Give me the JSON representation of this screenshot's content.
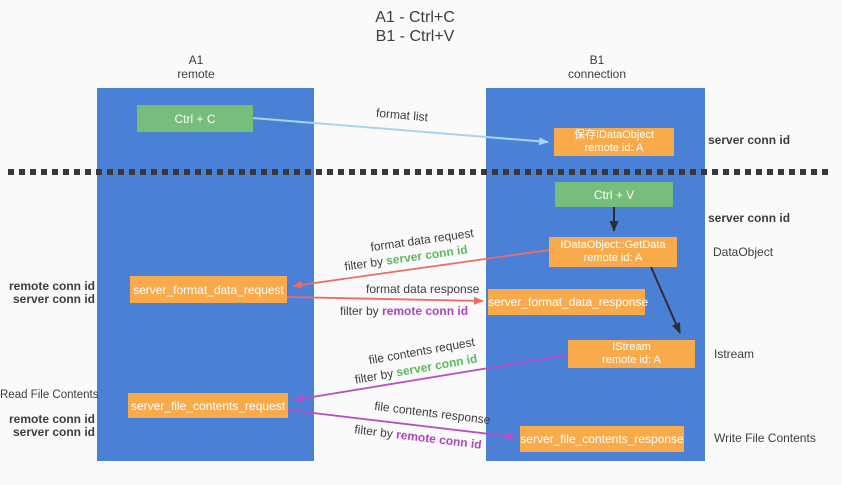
{
  "title": {
    "line1": "A1 - Ctrl+C",
    "line2": "B1 - Ctrl+V"
  },
  "lifelines": {
    "left": {
      "name": "A1",
      "role": "remote"
    },
    "right": {
      "name": "B1",
      "role": "connection"
    }
  },
  "nodes": {
    "ctrl_c": {
      "label": "Ctrl + C"
    },
    "ctrl_v": {
      "label": "Ctrl + V"
    },
    "save_idataobject": {
      "line1": "保存IDataObject",
      "line2": "remote id: A"
    },
    "idataobject_getdata": {
      "line1": "IDataObject::GetData",
      "line2": "remote id: A"
    },
    "istream": {
      "line1": "IStream",
      "line2": "remote id: A"
    },
    "server_format_data_request": {
      "label": "server_format_data_request"
    },
    "server_format_data_response": {
      "label": "server_format_data_response"
    },
    "server_file_contents_request": {
      "label": "server_file_contents_request"
    },
    "server_file_contents_response": {
      "label": "server_file_contents_response"
    }
  },
  "flow_labels": {
    "format_list": "format list",
    "format_data_request": "format data request",
    "format_data_response": "format data response",
    "file_contents_request": "file contents request",
    "file_contents_response": "file contents response",
    "filter_by": "filter by"
  },
  "conn_labels": {
    "server": "server conn id",
    "remote": "remote conn id"
  },
  "annotations": {
    "dataobject": "DataObject",
    "istream": "Istream",
    "write_file_contents": "Write File Contents",
    "read_file_contents": "Read File Contents"
  },
  "colors": {
    "column_blue": "#4a80d6",
    "box_green": "#77bd7c",
    "box_orange": "#f9ab4b",
    "arrow_light_blue": "#a9d3ee",
    "arrow_red": "#ee6b63",
    "arrow_magenta": "#b94fc4",
    "arrow_black": "#2e2e2e",
    "text_green": "#5cb860",
    "text_purple": "#ab47bc",
    "text_dark": "#3d3d3d"
  }
}
